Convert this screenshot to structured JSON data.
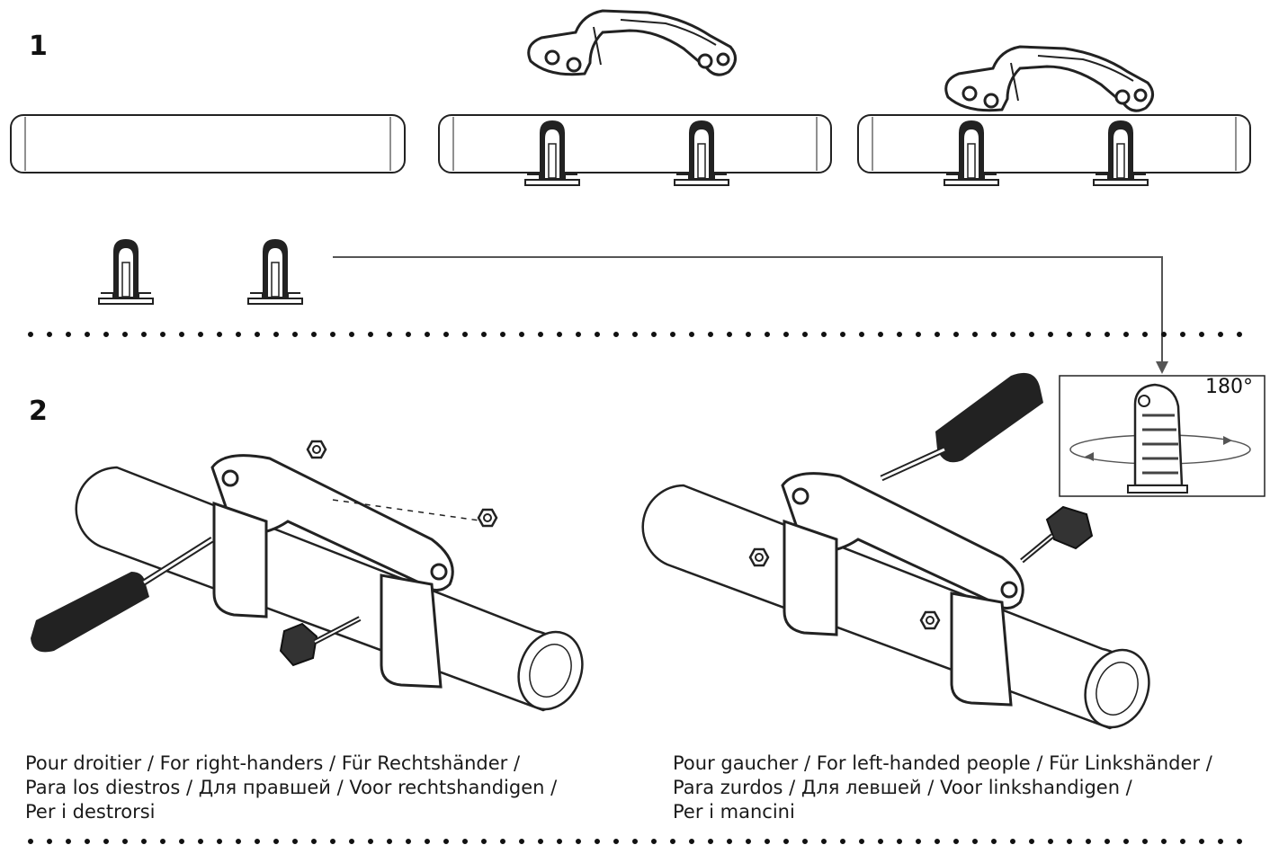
{
  "steps": {
    "step1": "1",
    "step2": "2"
  },
  "rotation_label": "180°",
  "captions": {
    "right_handed": [
      "Pour droitier / For right-handers / Für Rechtshänder /",
      "Para los diestros / Для правшей / Voor rechtshandigen /",
      "Per i destrorsi"
    ],
    "left_handed": [
      "Pour gaucher / For left-handed people / Für Linkshänder /",
      "Para zurdos / Для левшей / Voor linkshandigen /",
      "Per i mancini"
    ]
  }
}
